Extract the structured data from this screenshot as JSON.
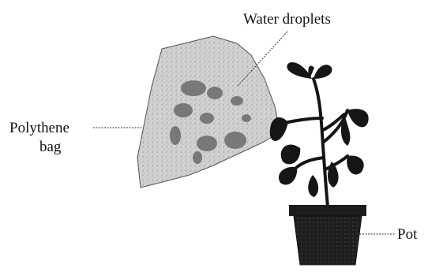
{
  "labels": {
    "water_droplets": "Water droplets",
    "polythene_line1": "Polythene",
    "polythene_line2": "bag",
    "pot": "Pot"
  },
  "colors": {
    "ink": "#111111",
    "bag_fill": "#c9c9c9",
    "bag_shadow": "#7a7a7a",
    "leaf": "#161616",
    "pot": "#1c1c1c",
    "soil": "#3a3a3a"
  }
}
